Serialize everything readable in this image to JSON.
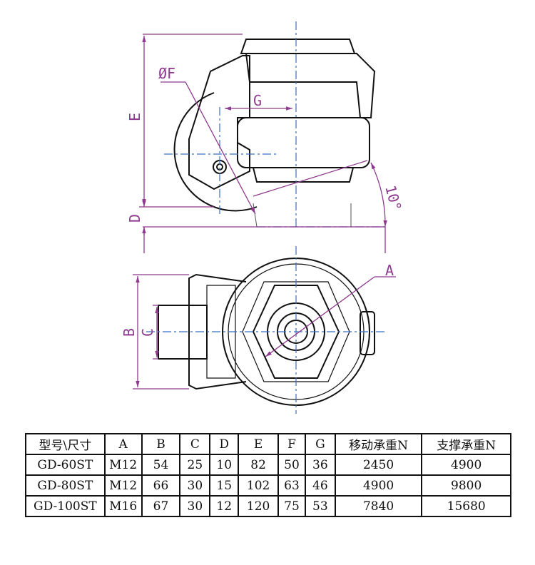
{
  "drawing": {
    "labels": {
      "F": "ØF",
      "G": "G",
      "E": "E",
      "D": "D",
      "angle": "10°",
      "A": "A",
      "B": "B",
      "C": "C"
    },
    "colors": {
      "dimension": "#8e3a8e",
      "centerline": "#3a6fc4",
      "outline": "#111111"
    }
  },
  "table": {
    "headers": [
      "型号\\尺寸",
      "A",
      "B",
      "C",
      "D",
      "E",
      "F",
      "G",
      "移动承重N",
      "支撑承重N"
    ],
    "rows": [
      [
        "GD-60ST",
        "M12",
        "54",
        "25",
        "10",
        "82",
        "50",
        "36",
        "2450",
        "4900"
      ],
      [
        "GD-80ST",
        "M12",
        "66",
        "30",
        "15",
        "102",
        "63",
        "46",
        "4900",
        "9800"
      ],
      [
        "GD-100ST",
        "M16",
        "67",
        "30",
        "12",
        "120",
        "75",
        "53",
        "7840",
        "15680"
      ]
    ]
  }
}
